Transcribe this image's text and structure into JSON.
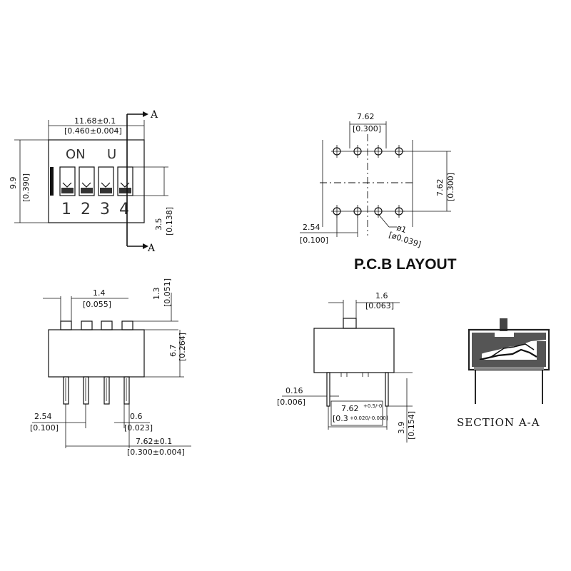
{
  "top_view": {
    "width_dim": "11.68±0.1",
    "width_dim_in": "[0.460±0.004]",
    "height_dim": "9.9",
    "height_dim_in": "[0.390]",
    "act_dim": "3.5",
    "act_dim_in": "[0.138]",
    "on_label": "ON",
    "switch_numbers": [
      "1",
      "2",
      "3",
      "4"
    ],
    "section_marker": "A"
  },
  "pcb_layout": {
    "title": "P.C.B LAYOUT",
    "row_dim": "7.62",
    "row_dim_in": "[0.300]",
    "pitch_dim": "2.54",
    "pitch_dim_in": "[0.100]",
    "hole_dim": "ø1",
    "hole_dim_in": "[ø0.039]"
  },
  "front_view": {
    "act_width": "1.4",
    "act_width_in": "[0.055]",
    "act_height": "1.3",
    "act_height_in": "[0.051]",
    "body_height": "6.7",
    "body_height_in": "[0.264]",
    "pitch": "2.54",
    "pitch_in": "[0.100]",
    "pin_width": "0.6",
    "pin_width_in": "[0.023]",
    "row_spacing": "7.62±0.1",
    "row_spacing_in": "[0.300±0.004]"
  },
  "side_view": {
    "act_width": "1.6",
    "act_width_in": "[0.063]",
    "pin_thickness": "0.16",
    "pin_thickness_in": "[0.006]",
    "row_spacing": "7.62",
    "row_spacing_tol": "+0.5/-0",
    "row_spacing_in": "[0.3",
    "row_spacing_in_tol": "+0.020/-0.000]",
    "pin_length": "3.9",
    "pin_length_in": "[0.154]"
  },
  "section": {
    "label": "SECTION A-A"
  }
}
